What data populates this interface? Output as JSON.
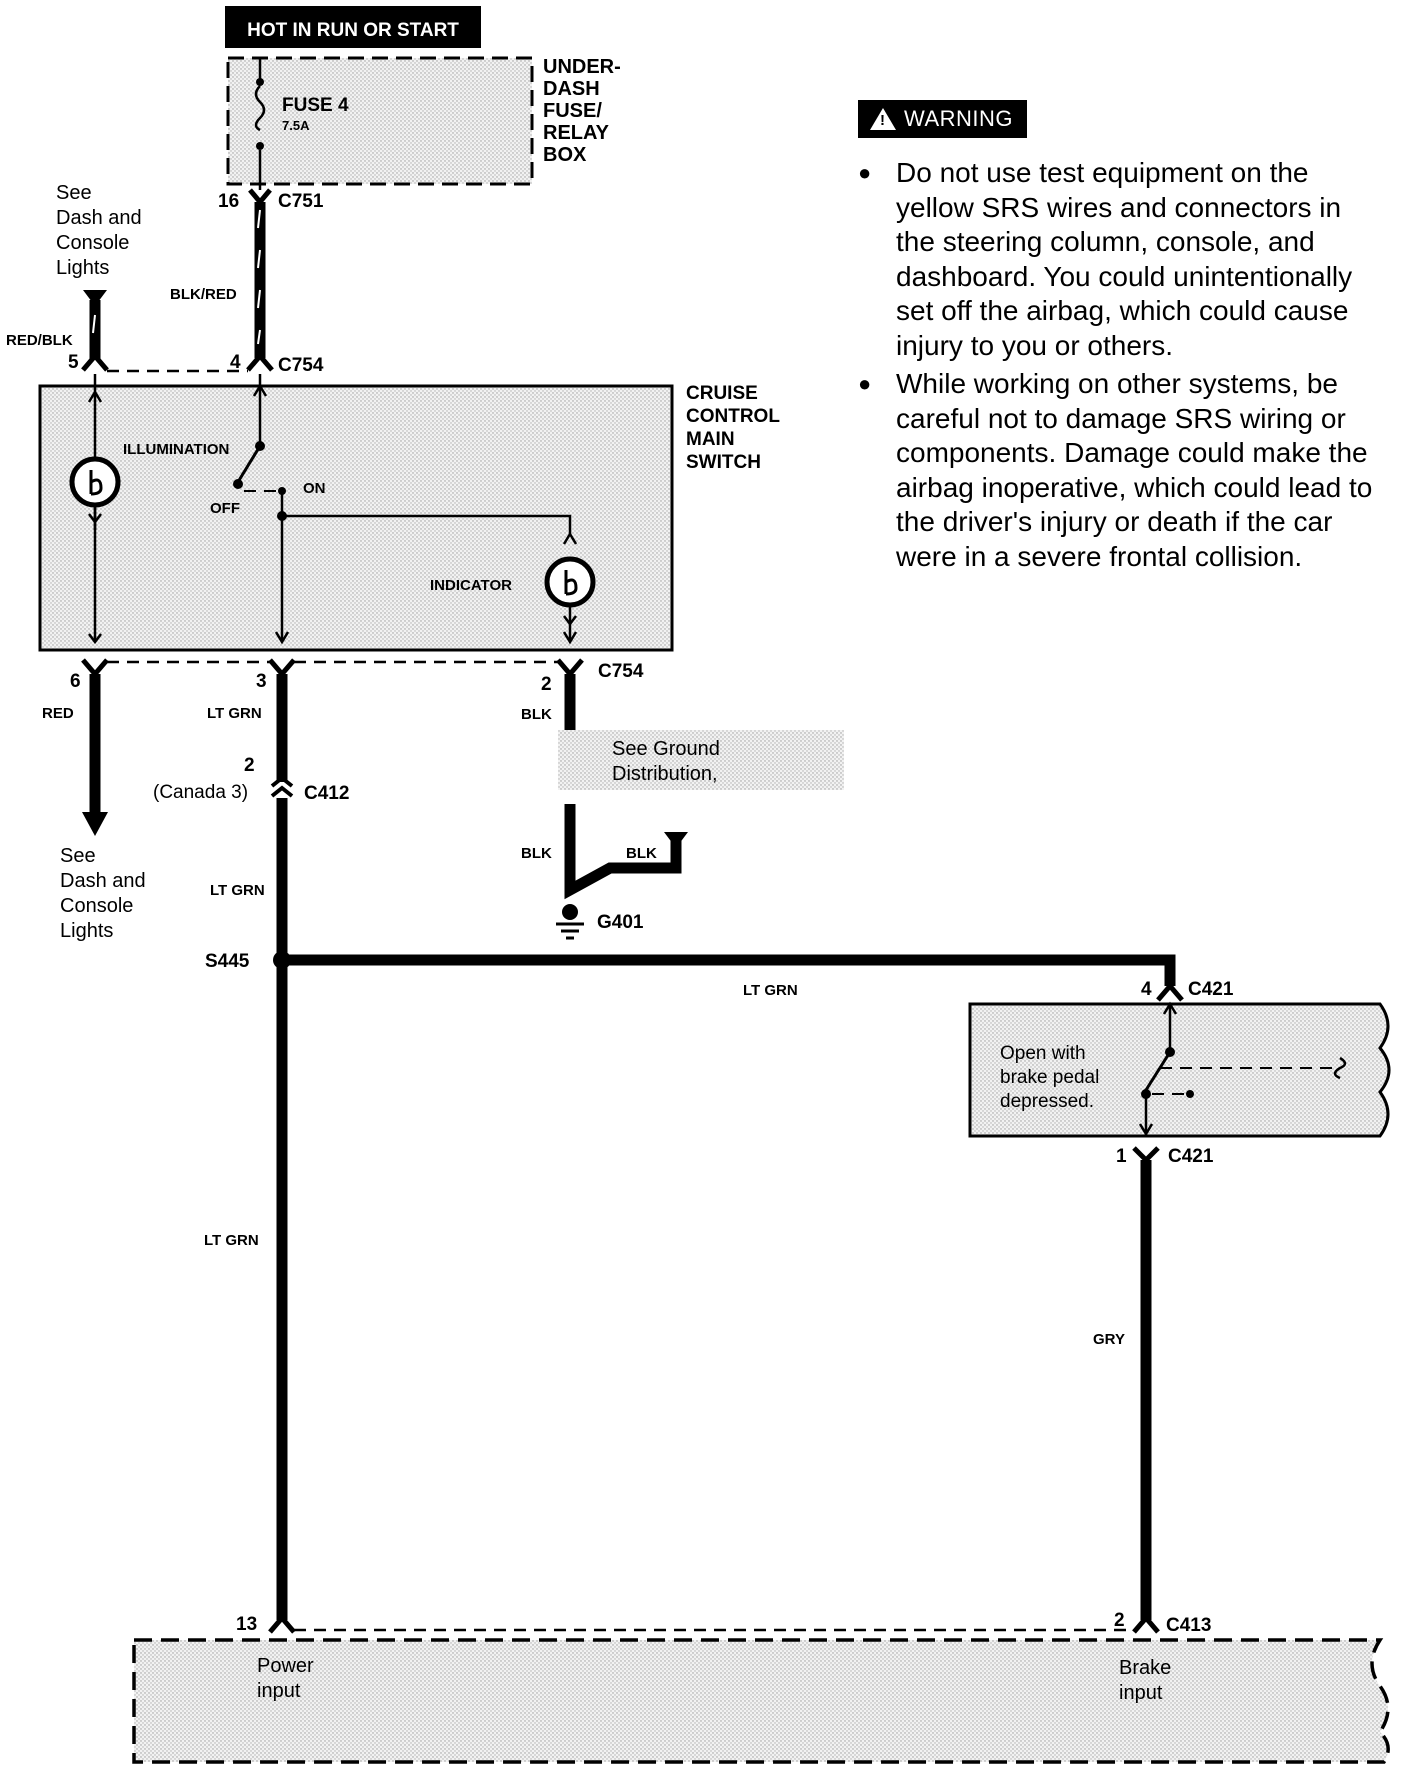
{
  "power": {
    "header": "HOT IN  RUN OR  START"
  },
  "fuse_box": {
    "fuse_name": "FUSE 4",
    "fuse_rating": "7.5A",
    "box_label": [
      "UNDER-",
      "DASH",
      "FUSE/",
      "RELAY",
      "BOX"
    ]
  },
  "connectors": {
    "c751": "C751",
    "c751_pin": "16",
    "c754_top": "C754",
    "c754_pin5": "5",
    "c754_pin4": "4",
    "c754_bottom": "C754",
    "c754_pin6": "6",
    "c754_pin3": "3",
    "c754_pin2": "2",
    "c412": "C412",
    "c412_pin": "2",
    "c412_canada": "(Canada 3)",
    "s445": "S445",
    "g401": "G401",
    "c421_top": "C421",
    "c421_pin4": "4",
    "c421_bottom": "C421",
    "c421_pin1": "1",
    "c413": "C413",
    "c413_pin2": "2",
    "c413_pin13": "13"
  },
  "wires": {
    "blk_red": "BLK/RED",
    "red_blk": "RED/BLK",
    "red": "RED",
    "lt_grn": "LT GRN",
    "blk": "BLK",
    "gry": "GRY"
  },
  "refs": {
    "dash_console_top": [
      "See",
      "Dash and",
      "Console",
      "Lights"
    ],
    "dash_console_bottom": [
      "See",
      "Dash and",
      "Console",
      "Lights"
    ],
    "ground_distribution": [
      "See Ground",
      "Distribution,"
    ]
  },
  "switch": {
    "title": [
      "CRUISE",
      "CONTROL",
      "MAIN",
      "SWITCH"
    ],
    "illumination": "ILLUMINATION",
    "indicator": "INDICATOR",
    "on": "ON",
    "off": "OFF"
  },
  "brake_switch": {
    "note": [
      "Open with",
      "brake pedal",
      "depressed."
    ]
  },
  "control_unit": {
    "power_input": [
      "Power",
      "input"
    ],
    "brake_input": [
      "Brake",
      "input"
    ]
  },
  "warning": {
    "badge": "WARNING",
    "items": [
      "Do not use test equipment on the yellow SRS wires and connectors in the steering column, console, and dashboard. You could unintentionally set off the airbag, which could cause injury to you or others.",
      "While working on other systems, be careful not to damage SRS wiring or components. Damage could make the airbag inoperative, which could lead to the driver's injury or death if the car were in a severe frontal collision."
    ]
  }
}
